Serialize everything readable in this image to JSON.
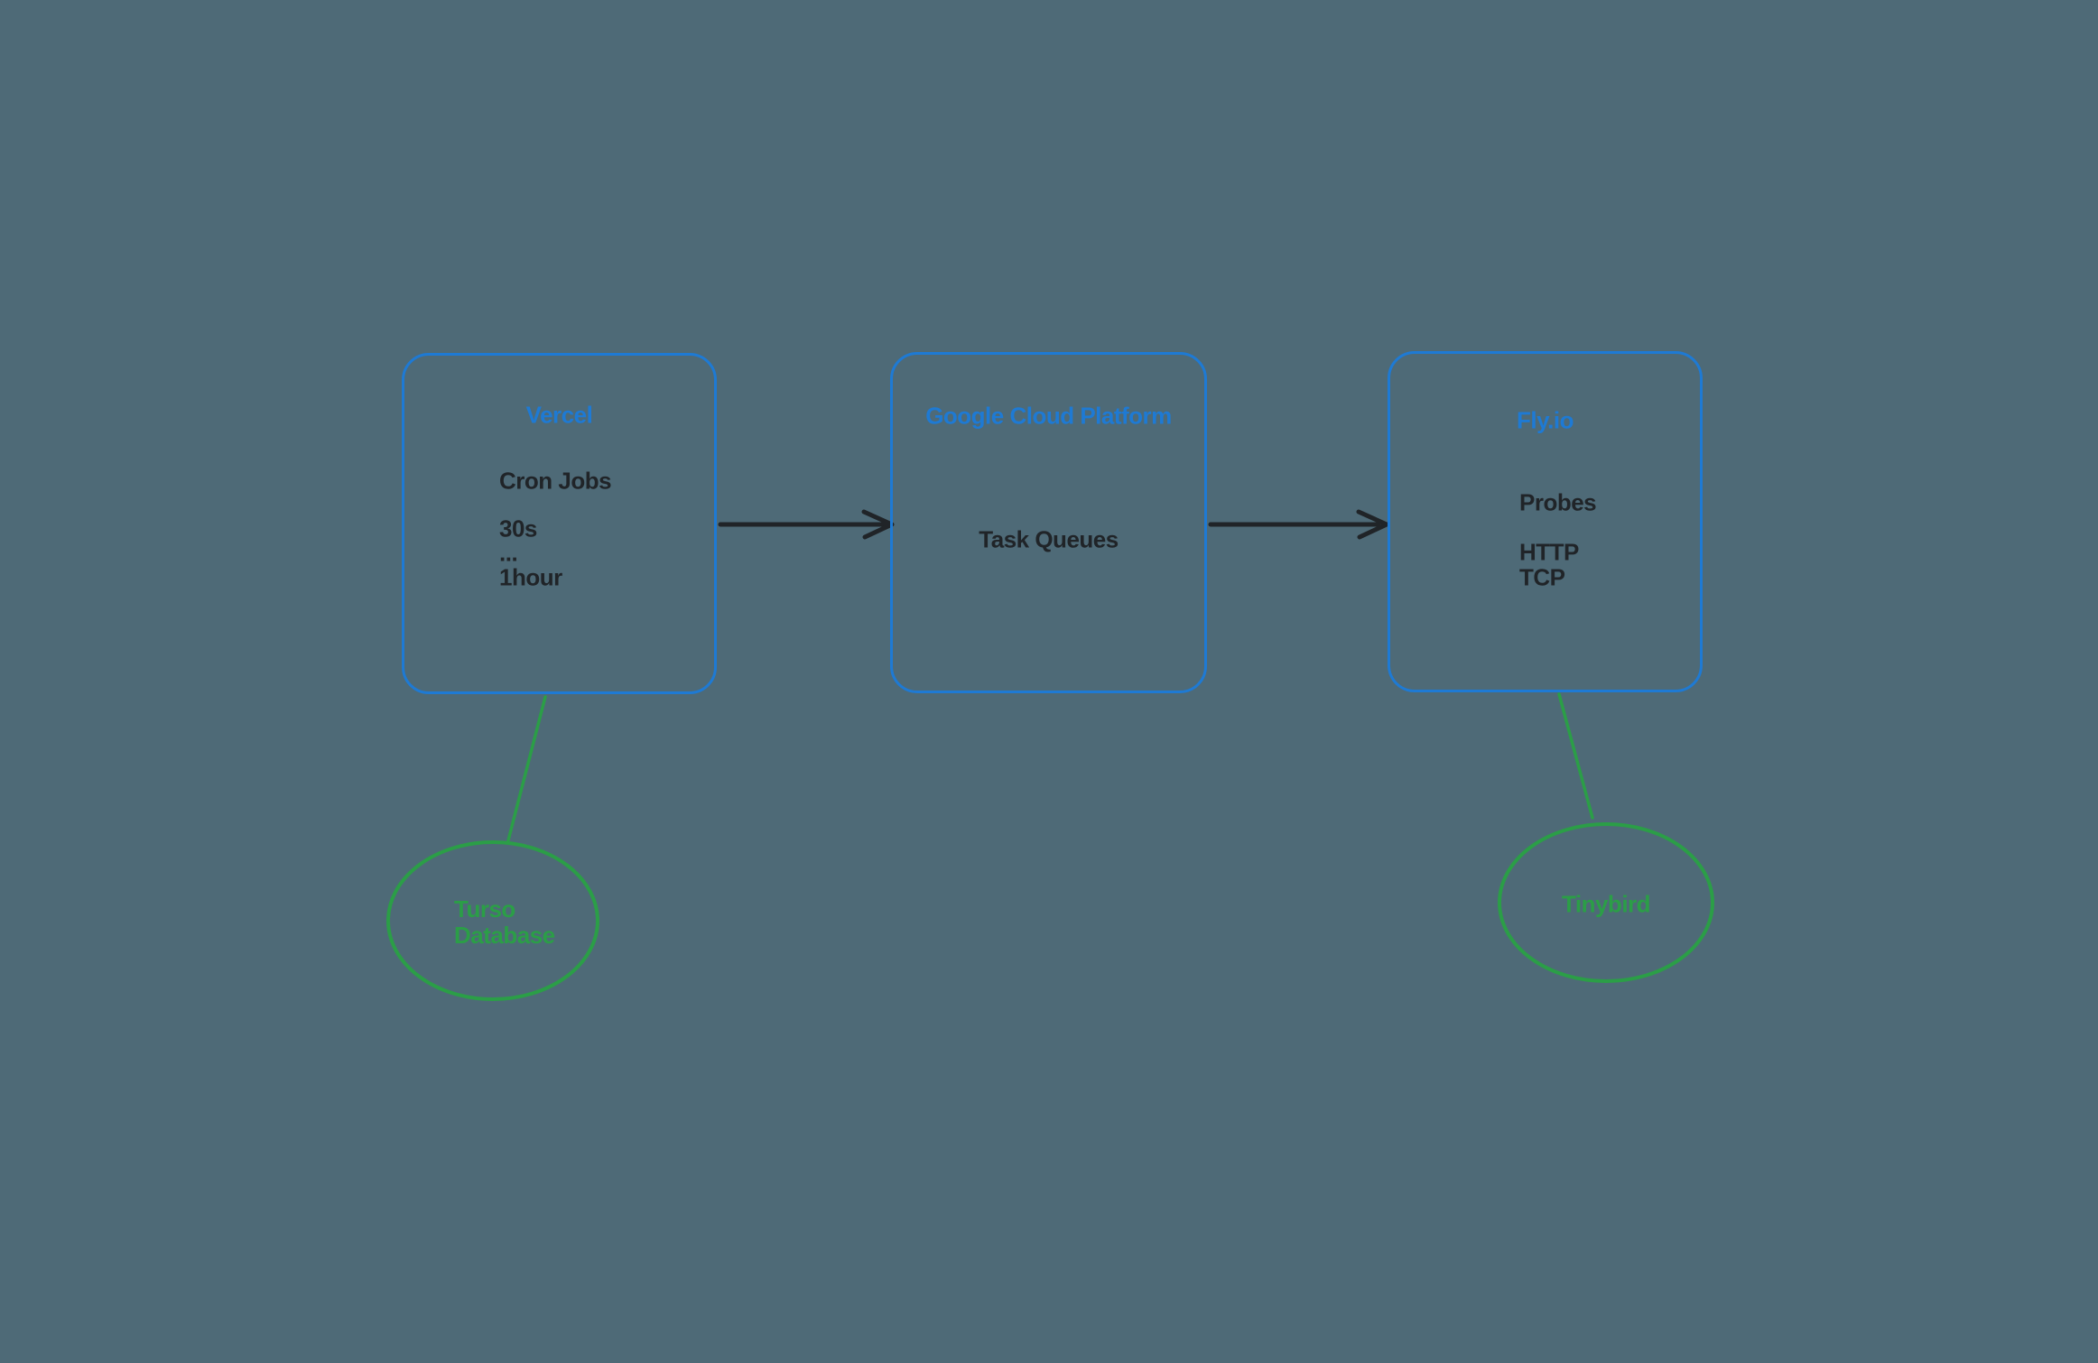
{
  "colors": {
    "background": "#4e6a77",
    "blue": "#1e7ad4",
    "green": "#2b9e47",
    "ink": "#202428"
  },
  "nodes": {
    "vercel": {
      "title": "Vercel",
      "subtitle": "Cron Jobs",
      "items": [
        "30s",
        "...",
        "1hour"
      ]
    },
    "gcp": {
      "title": "Google Cloud Platform",
      "body": "Task Queues"
    },
    "flyio": {
      "title": "Fly.io",
      "subtitle": "Probes",
      "items": [
        "HTTP",
        "TCP"
      ]
    },
    "turso": {
      "lines": [
        "Turso",
        "Database"
      ]
    },
    "tinybird": {
      "label": "Tinybird"
    }
  },
  "edges": [
    {
      "from": "Vercel",
      "to": "Google Cloud Platform",
      "type": "arrow"
    },
    {
      "from": "Google Cloud Platform",
      "to": "Fly.io",
      "type": "arrow"
    },
    {
      "from": "Vercel",
      "to": "Turso Database",
      "type": "line"
    },
    {
      "from": "Fly.io",
      "to": "Tinybird",
      "type": "line"
    }
  ]
}
